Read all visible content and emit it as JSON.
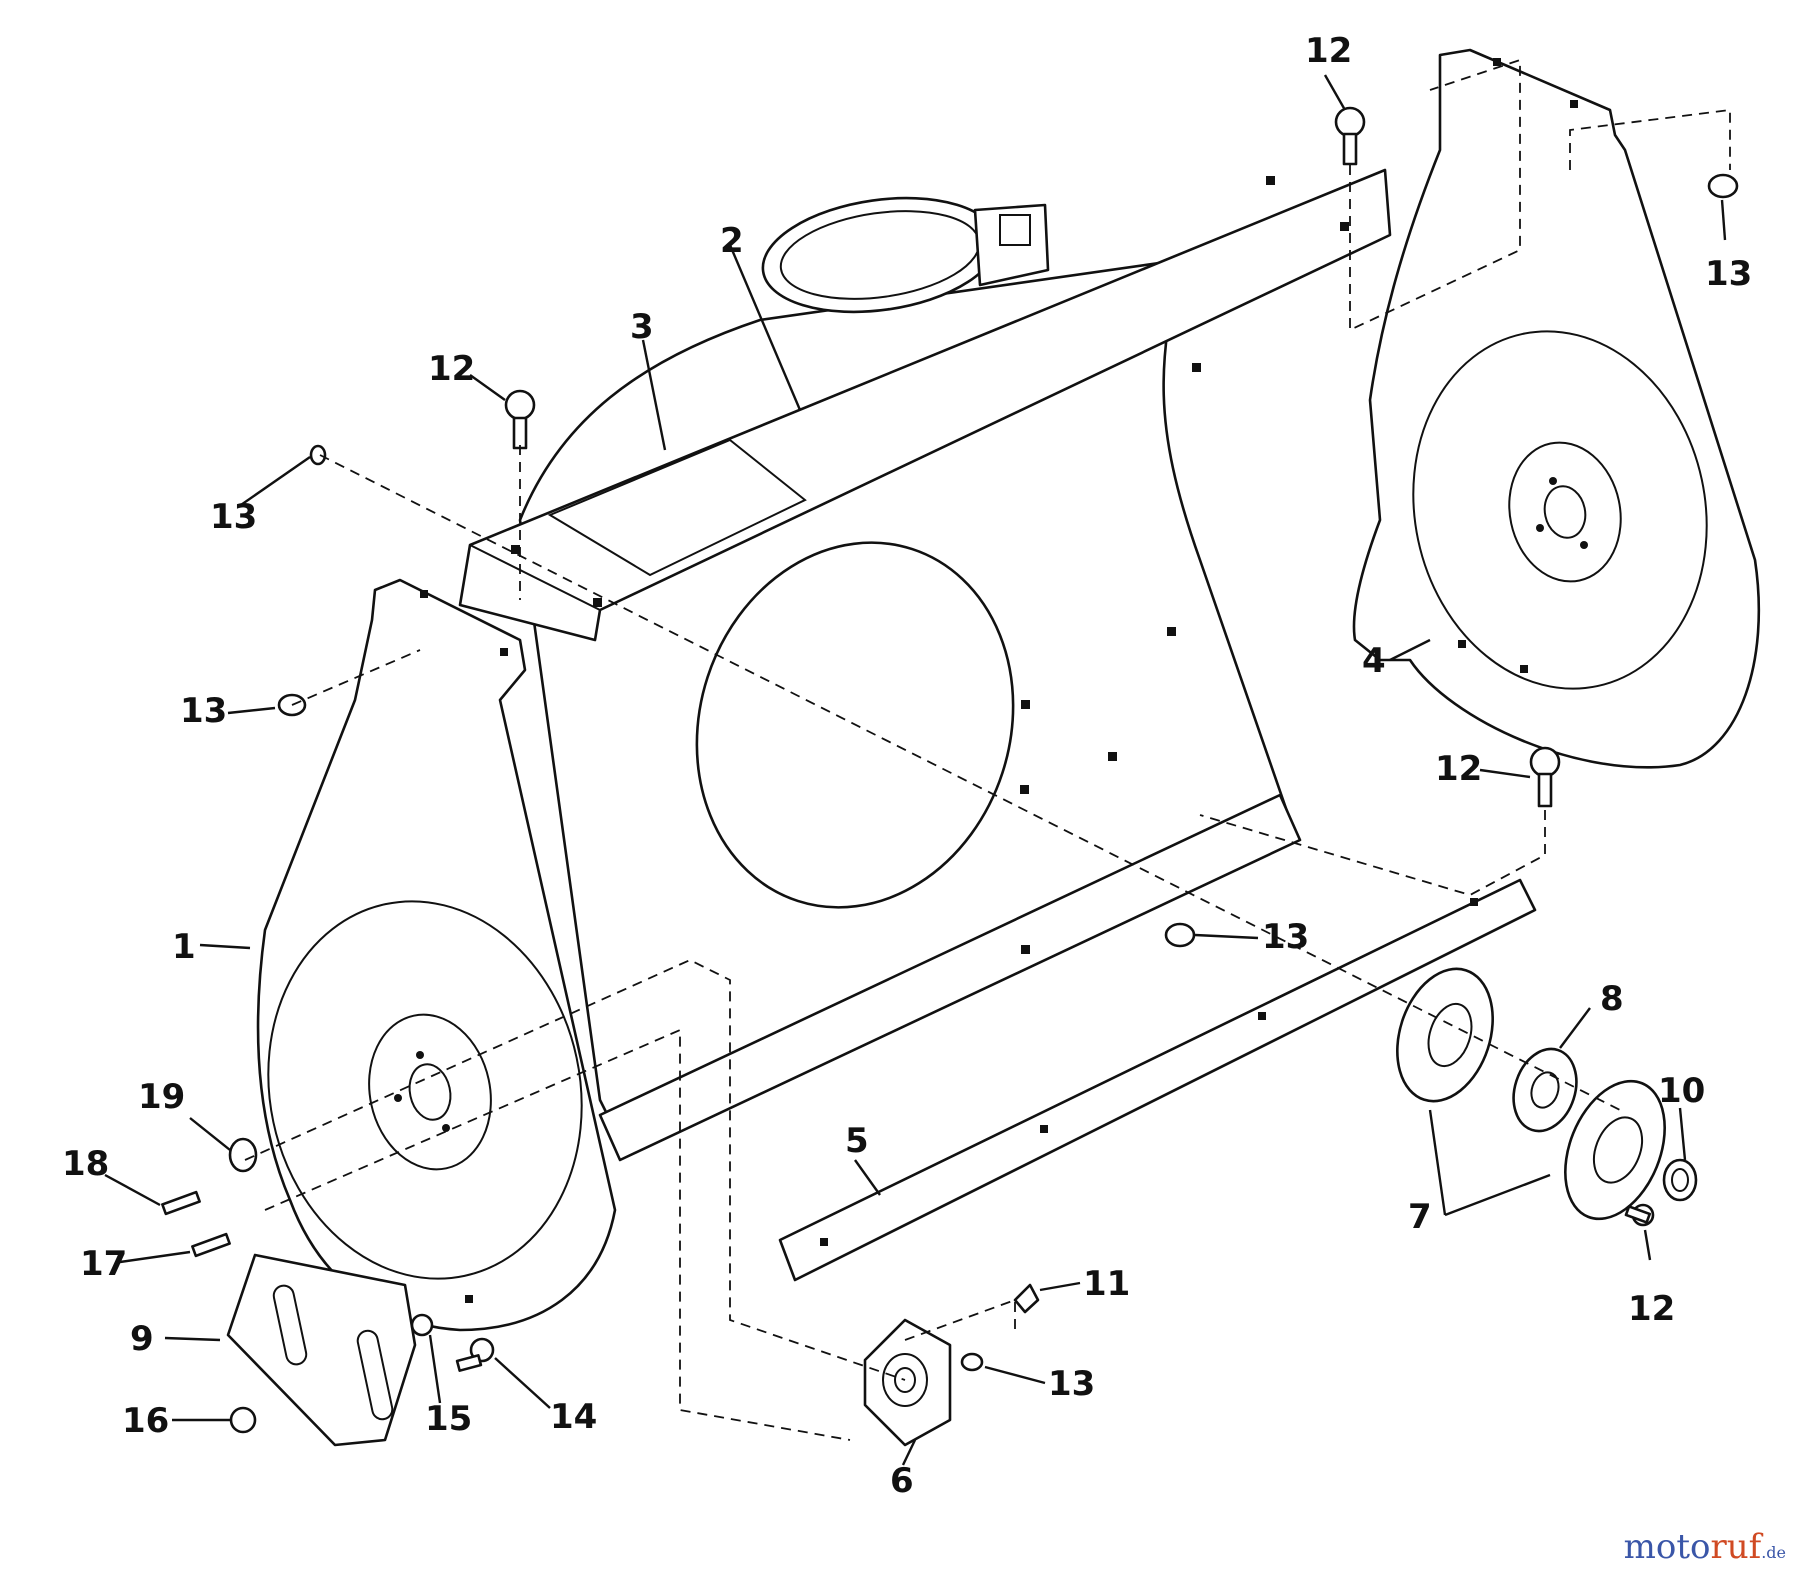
{
  "callouts": {
    "c1": "1",
    "c2": "2",
    "c3": "3",
    "c4": "4",
    "c5": "5",
    "c6": "6",
    "c7": "7",
    "c8": "8",
    "c9": "9",
    "c10": "10",
    "c11": "11",
    "c12a": "12",
    "c12b": "12",
    "c12c": "12",
    "c12d": "12",
    "c13a": "13",
    "c13b": "13",
    "c13c": "13",
    "c13d": "13",
    "c13e": "13",
    "c14": "14",
    "c15": "15",
    "c16": "16",
    "c17": "17",
    "c18": "18",
    "c19": "19"
  },
  "watermark": {
    "part1": "moto",
    "part2": "ruf",
    "part3": ".de"
  }
}
